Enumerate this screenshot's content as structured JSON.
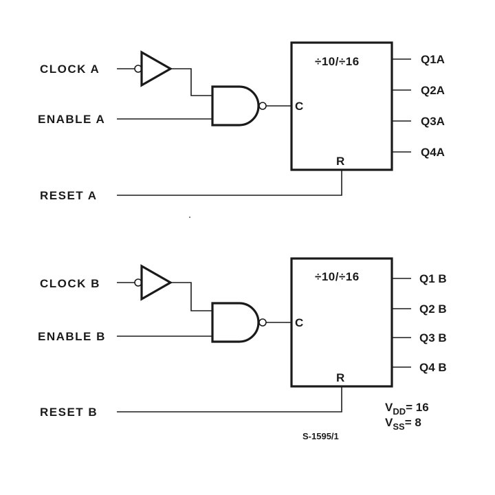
{
  "units": [
    {
      "clock_label": "CLOCK A",
      "enable_label": "ENABLE A",
      "reset_label": "RESET A",
      "divider_label": "÷10/÷16",
      "clock_pin": "C",
      "reset_pin": "R",
      "outputs": [
        "Q1A",
        "Q2A",
        "Q3A",
        "Q4A"
      ]
    },
    {
      "clock_label": "CLOCK B",
      "enable_label": "ENABLE B",
      "reset_label": "RESET B",
      "divider_label": "÷10/÷16",
      "clock_pin": "C",
      "reset_pin": "R",
      "outputs": [
        "Q1 B",
        "Q2 B",
        "Q3 B",
        "Q4 B"
      ]
    }
  ],
  "power": {
    "vdd_main": "V",
    "vdd_sub": "DD",
    "vdd_value": "= 16",
    "vss_main": "V",
    "vss_sub": "SS",
    "vss_value": "= 8"
  },
  "figure_ref": "S-1595/1"
}
